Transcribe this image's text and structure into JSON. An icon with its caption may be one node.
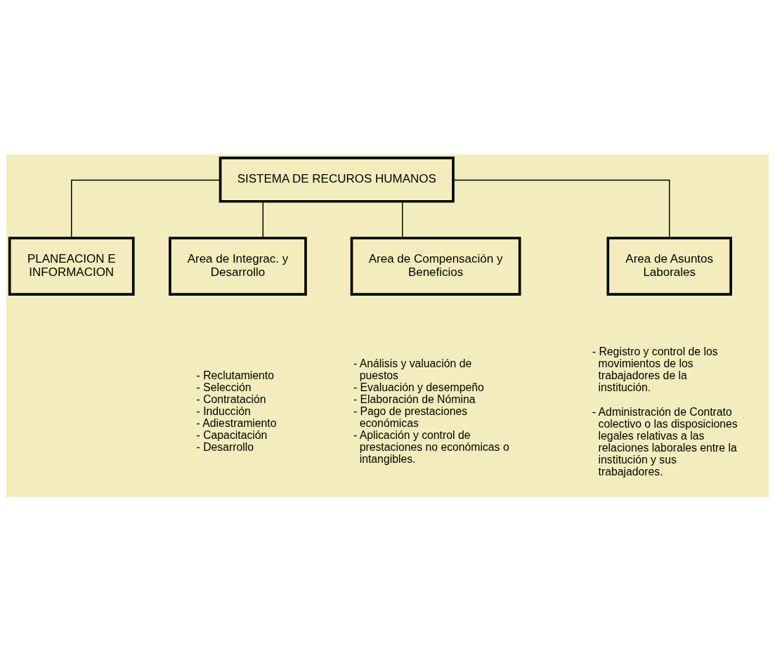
{
  "diagram": {
    "nodes": [
      {
        "text": [
          "SISTEMA DE RECUROS HUMANOS"
        ]
      },
      {
        "text": [
          "PLANEACION E INFORMACION"
        ]
      },
      {
        "text": [
          "Area de Integrac. y Desarrollo"
        ],
        "beside": [
          "- Reclutamiento",
          "- Selección",
          "- Contratación",
          "- Inducción",
          "- Adiestramiento",
          "- Capacitación",
          "- Desarrollo"
        ]
      },
      {
        "text": [
          "Area de Compensación y Beneficios"
        ],
        "beside": [
          "- Análisis y valuación de puestos",
          "- Evaluación y desempeño",
          "- Elaboración de Nómina",
          "- Pago de prestaciones económicas",
          "- Aplicación y control de prestaciones no económicas o intangibles."
        ]
      },
      {
        "text": [
          "Area de Asuntos Laborales"
        ],
        "beside": [
          "- Registro y control de los movimientos de los trabajadores de la institución.",
          "- Administración de Contrato colectivo o las disposiciones legales relativas a las relaciones laborales entre la institución y sus trabajadores."
        ]
      }
    ],
    "edges": [
      {
        "from": 0,
        "to": 1,
        "arrow": "none"
      },
      {
        "from": 0,
        "to": 2,
        "arrow": "none"
      },
      {
        "from": 0,
        "to": 3,
        "arrow": "none"
      },
      {
        "from": 0,
        "to": 4,
        "arrow": "none"
      }
    ]
  }
}
